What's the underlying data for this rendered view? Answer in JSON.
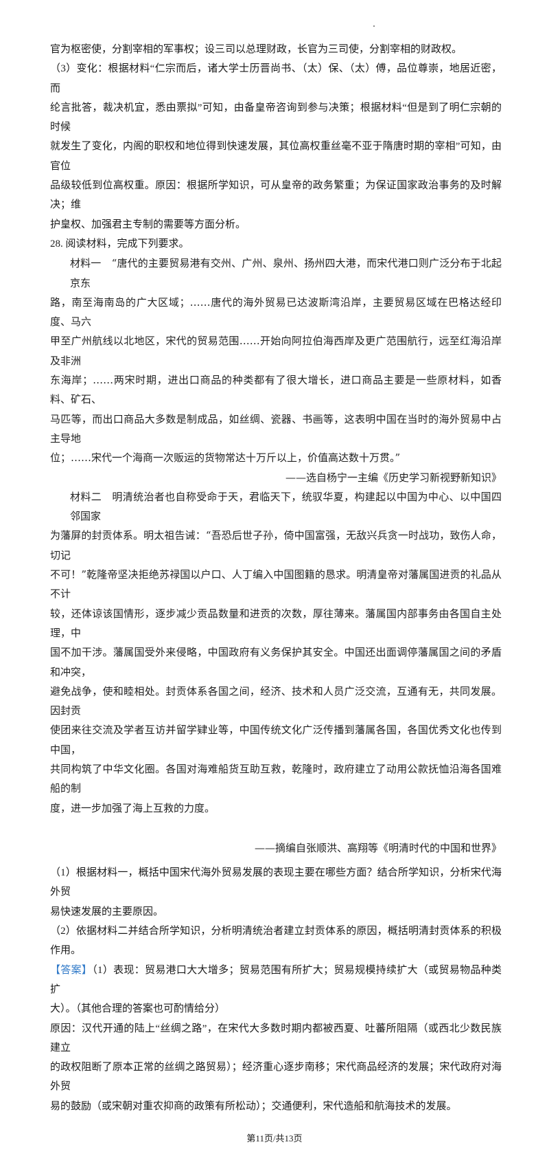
{
  "lines": [
    "官为枢密使，分割宰相的军事权；设三司以总理财政，长官为三司使，分割宰相的财政权。",
    "（3）变化：根据材料“仁宗而后，诸大学士历晋尚书、（太）保、（太）傅，品位尊崇，地居近密，而",
    "纶言批答，裁决机宜，悉由票拟”可知，由备皇帝咨询到参与决策；根据材料“但是到了明仁宗朝的时候",
    "就发生了变化，内阁的职权和地位得到快速发展，其位高权重丝毫不亚于隋唐时期的宰相”可知，由官位",
    "品级较低到位高权重。原因：根据所学知识，可从皇帝的政务繁重；为保证国家政治事务的及时解决；维",
    "护皇权、加强君主专制的需要等方面分析。",
    "28. 阅读材料，完成下列要求。",
    "材料一　“唐代的主要贸易港有交州、广州、泉州、扬州四大港，而宋代港口则广泛分布于北起京东",
    "路，南至海南岛的广大区域；……唐代的海外贸易已达波斯湾沿岸，主要贸易区域在巴格达经印度、马六",
    "甲至广州航线以北地区，宋代的贸易范围……开始向阿拉伯海西岸及更广范围航行，远至红海沿岸及非洲",
    "东海岸；……两宋时期，进出口商品的种类都有了很大增长，进口商品主要是一些原材料，如香料、矿石、",
    "马匹等，而出口商品大多数是制成品，如丝绸、瓷器、书画等，这表明中国在当时的海外贸易中占主导地",
    "位；……宋代一个海商一次贩运的货物常达十万斤以上，价值高达数十万贯。”",
    "——选自杨宁一主编《历史学习新视野新知识》",
    "材料二　明清统治者也自称受命于天，君临天下，统驭华夏，构建起以中国为中心、以中国四邻国家",
    "为藩屏的封贡体系。明太祖告诫：“吾恐后世子孙，倚中国富强，无敌兴兵贪一时战功，致伤人命，切记",
    "不可！”乾隆帝坚决拒绝苏禄国以户口、人丁编入中国图籍的恳求。明清皇帝对藩属国进贡的礼品从不计",
    "较，还体谅该国情形，逐步减少贡品数量和进贡的次数，厚往薄来。藩属国内部事务由各国自主处理，中",
    "国不加干涉。藩属国受外来侵略，中国政府有义务保护其安全。中国还出面调停藩属国之间的矛盾和冲突，",
    "避免战争，使和睦相处。封贡体系各国之间，经济、技术和人员广泛交流，互通有无，共同发展。因封贡",
    "使团来往交流及学者互访并留学肄业等，中国传统文化广泛传播到藩属各国，各国优秀文化也传到中国，",
    "共同构筑了中华文化圈。各国对海难船货互助互救，乾隆时，政府建立了动用公款抚恤沿海各国难船的制",
    "度，进一步加强了海上互救的力度。",
    "——摘编自张顺洪、高翔等《明清时代的中国和世界》",
    "（1）根据材料一，概括中国宋代海外贸易发展的表现主要在哪些方面？结合所学知识，分析宋代海外贸",
    "易快速发展的主要原因。",
    "（2）依据材料二并结合所学知识，分析明清统治者建立封贡体系的原因，概括明清封贡体系的积极作用。",
    "（1）表现：贸易港口大大增多；贸易范围有所扩大；贸易规模持续扩大（或贸易物品种类扩",
    "大）。（其他合理的答案也可酌情给分）",
    "原因：汉代开通的陆上“丝绸之路”，在宋代大多数时期内都被西夏、吐蕃所阻隔（或西北少数民族建立",
    "的政权阻断了原本正常的丝绸之路贸易）；经济重心逐步南移；宋代商品经济的发展；宋代政府对海外贸",
    "易的鼓励（或宋朝对重农抑商的政策有所松动）；交通便利，宋代造船和航海技术的发展。"
  ],
  "answer_label": "【答案】",
  "answer_color": "#2f79c8",
  "footer": "第11页/共13页"
}
